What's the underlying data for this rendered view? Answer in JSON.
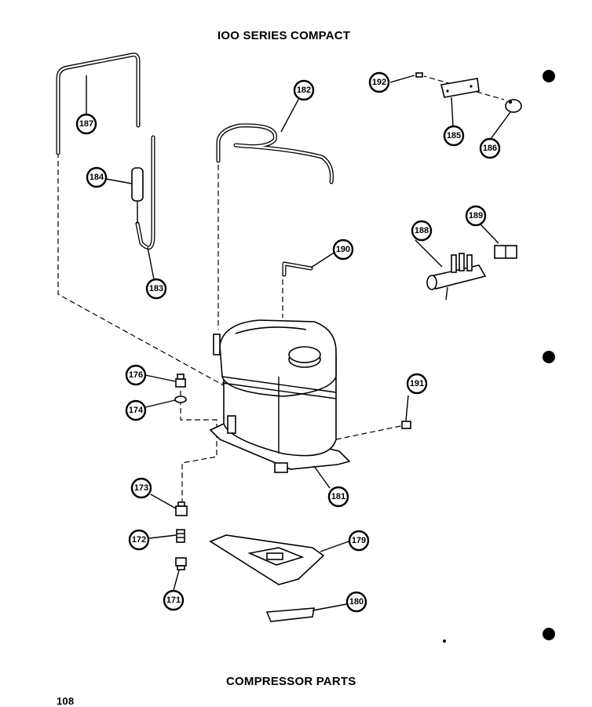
{
  "header": {
    "title": "IOO SERIES COMPACT"
  },
  "footer": {
    "caption": "COMPRESSOR PARTS",
    "page_number": "108"
  },
  "callouts": {
    "c171": "171",
    "c172": "172",
    "c173": "173",
    "c174": "174",
    "c176": "176",
    "c179": "179",
    "c180": "180",
    "c181": "181",
    "c182": "182",
    "c183": "183",
    "c184": "184",
    "c185": "185",
    "c186": "186",
    "c187": "187",
    "c188": "188",
    "c189": "189",
    "c190": "190",
    "c191": "191",
    "c192": "192"
  }
}
